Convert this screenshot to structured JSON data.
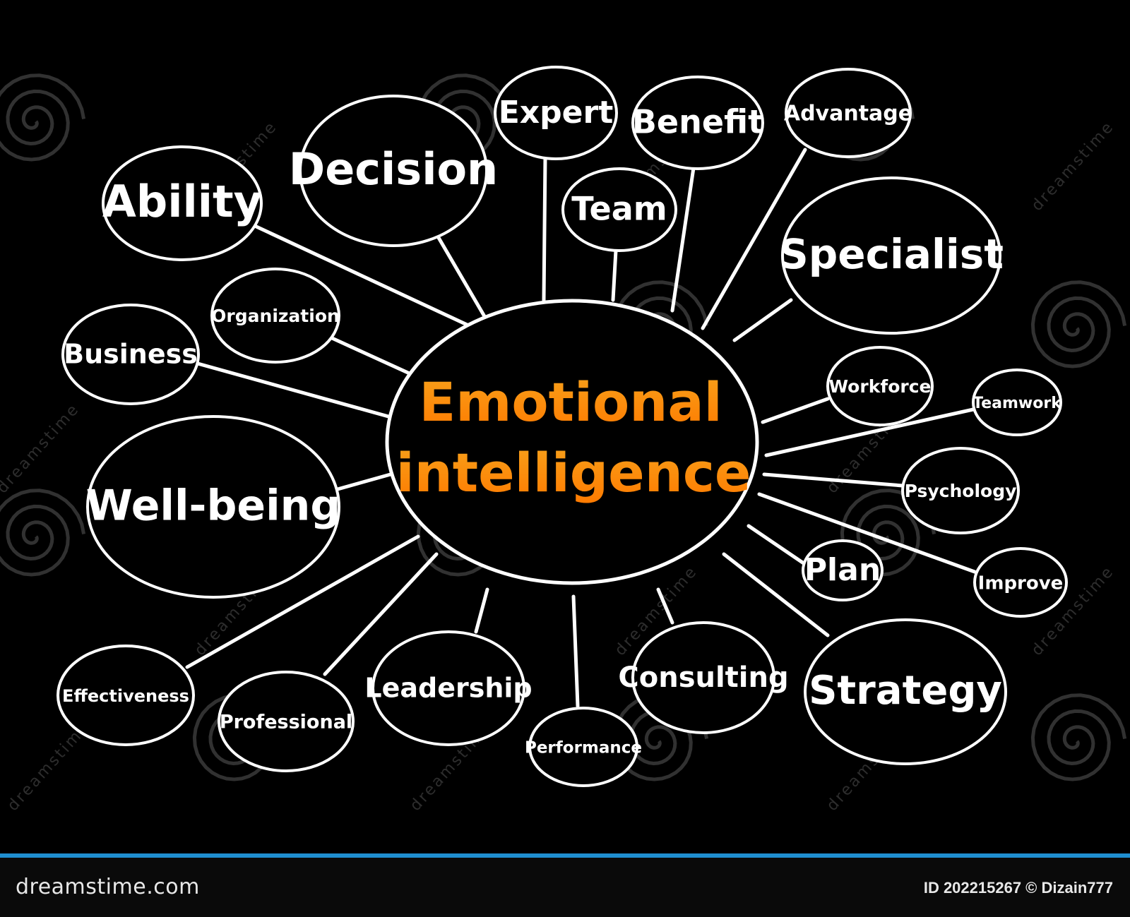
{
  "center": {
    "line1": "Emotional",
    "line2": "intelligence",
    "color_top": "#f7a21b",
    "color_bottom": "#ff7a00"
  },
  "nodes": [
    {
      "id": "ability",
      "label": "Ability"
    },
    {
      "id": "decision",
      "label": "Decision"
    },
    {
      "id": "expert",
      "label": "Expert"
    },
    {
      "id": "team",
      "label": "Team"
    },
    {
      "id": "benefit",
      "label": "Benefit"
    },
    {
      "id": "advantage",
      "label": "Advantage"
    },
    {
      "id": "specialist",
      "label": "Specialist"
    },
    {
      "id": "organization",
      "label": "Organization"
    },
    {
      "id": "business",
      "label": "Business"
    },
    {
      "id": "wellbeing",
      "label": "Well-being"
    },
    {
      "id": "workforce",
      "label": "Workforce"
    },
    {
      "id": "teamwork",
      "label": "Teamwork"
    },
    {
      "id": "psychology",
      "label": "Psychology"
    },
    {
      "id": "plan",
      "label": "Plan"
    },
    {
      "id": "improve",
      "label": "Improve"
    },
    {
      "id": "effectiveness",
      "label": "Effectiveness"
    },
    {
      "id": "professional",
      "label": "Professional"
    },
    {
      "id": "leadership",
      "label": "Leadership"
    },
    {
      "id": "performance",
      "label": "Performance"
    },
    {
      "id": "consulting",
      "label": "Consulting"
    },
    {
      "id": "strategy",
      "label": "Strategy"
    }
  ],
  "watermark": {
    "text": "dreamstime",
    "icon": "spiral-icon"
  },
  "footer": {
    "site": "dreamstime.com",
    "credit": "ID 202215267 © Dizain777",
    "accent": "#1f8fd0"
  }
}
